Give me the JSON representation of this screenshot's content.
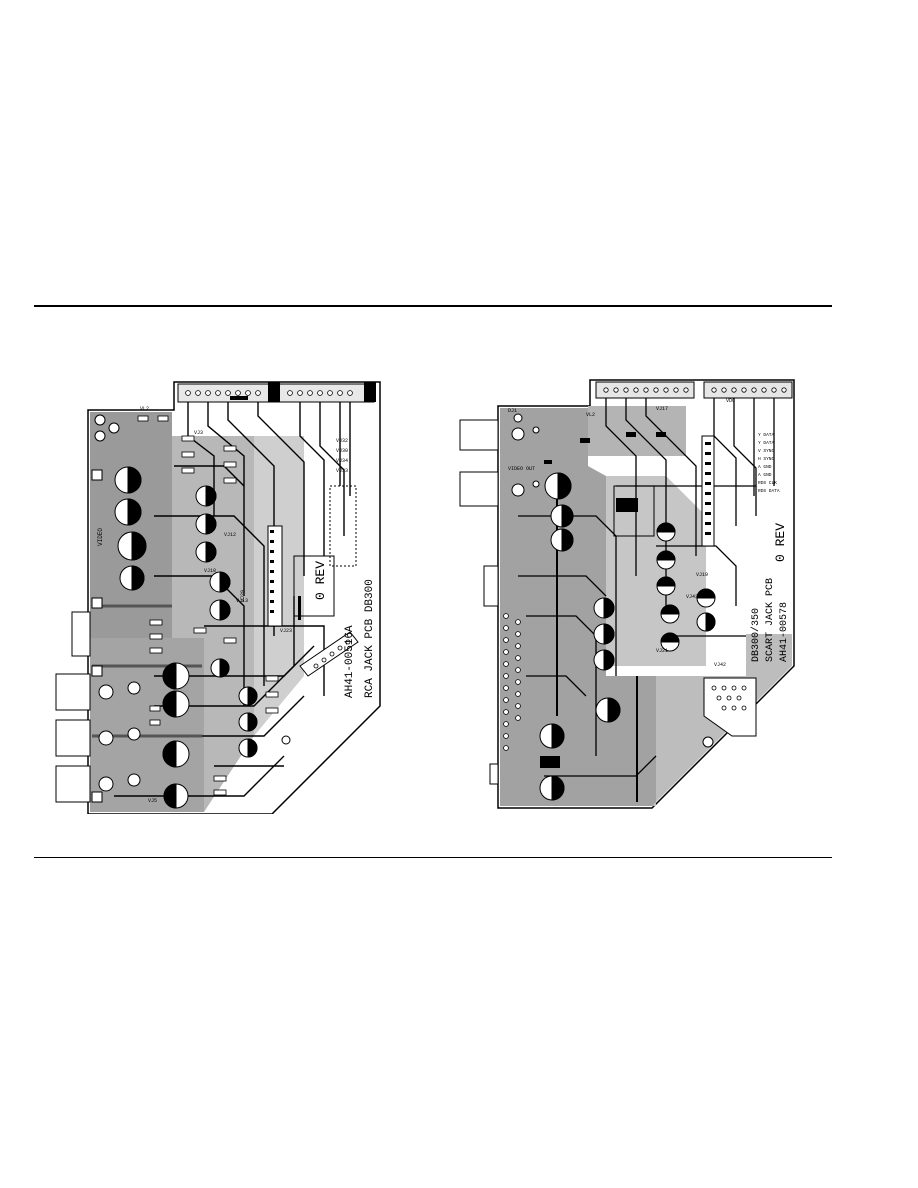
{
  "left_board": {
    "part_number": "AH41-00516A",
    "name": "RCA JACK PCB DB300",
    "revision": "0 REV",
    "labels": {
      "video": "VIDEO",
      "vl2": "VL2",
      "vj3": "VJ3",
      "vj10": "VJ10",
      "vj5": "VJ5",
      "vj12": "VJ12",
      "vj13": "VJ13",
      "vj32": "VJ32",
      "vj30": "VJ30",
      "vj34": "VJ34",
      "vj33": "VJ33",
      "vj23": "VJ23",
      "vj29": "VJ29"
    }
  },
  "right_board": {
    "part_number": "AH41-00578",
    "name": "SCART JACK PCB",
    "model": "DB300/350",
    "revision": "0 REV",
    "labels": {
      "video_out": "VIDEO OUT",
      "dj1": "DJ1",
      "vl2": "VL2",
      "vdc": "VDC",
      "vj17": "VJ17",
      "vj19": "VJ19",
      "vj21": "VJ21",
      "vj42": "VJ42",
      "vj43": "VJ43"
    },
    "signal_labels": [
      "Y DATA",
      "Y DATA",
      "V SYNC",
      "H SYNC",
      "A GND",
      "A GND",
      "RDS CLK",
      "RDS DATA"
    ]
  }
}
